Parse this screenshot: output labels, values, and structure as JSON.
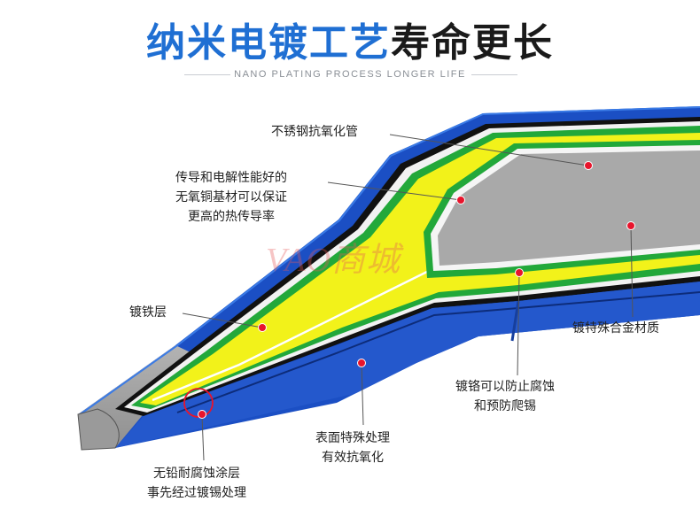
{
  "header": {
    "title_blue": "纳米电镀工艺",
    "title_dark": "寿命更长",
    "subtitle": "NANO PLATING PROCESS LONGER LIFE"
  },
  "watermark": "VAO商城",
  "labels": {
    "stainless_tube": [
      "不锈钢抗氧化管"
    ],
    "copper_base": [
      "传导和电解性能好的",
      "无氧铜基材可以保证",
      "更高的热传导率"
    ],
    "iron_layer": [
      "镀铁层"
    ],
    "special_alloy": [
      "镀特殊合金材质"
    ],
    "chrome_layer": [
      "镀铬可以防止腐蚀",
      "和预防爬锡"
    ],
    "surface_treatment": [
      "表面特殊处理",
      "有效抗氧化"
    ],
    "lead_free_coating": [
      "无铅耐腐蚀涂层",
      "事先经过镀锡处理"
    ]
  },
  "colors": {
    "title_blue": "#1f6fd3",
    "outer_blue": "#1b4fc4",
    "copper_yellow": "#f2f21a",
    "green_layer": "#22a83a",
    "steel_gray": "#a6a6a6",
    "marker_red": "#e8142c"
  }
}
